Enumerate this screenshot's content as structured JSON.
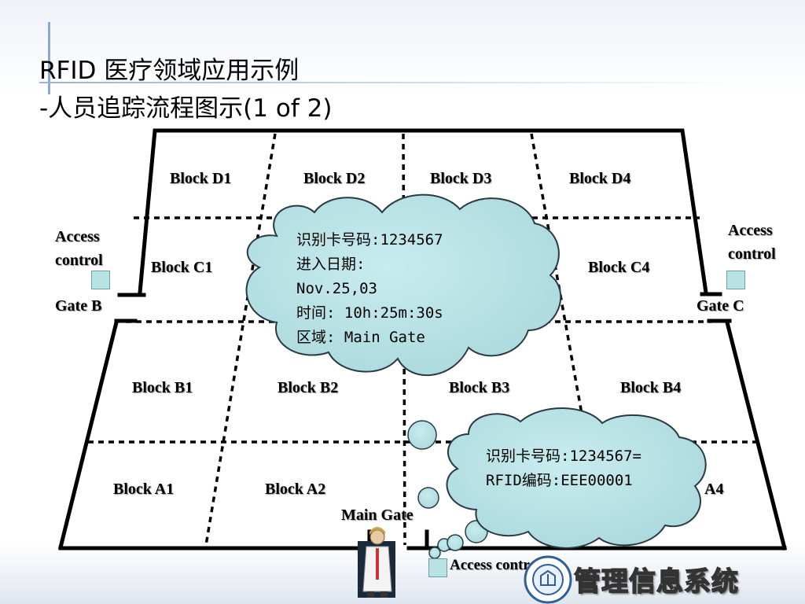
{
  "slide": {
    "title_line1": "RFID 医疗领域应用示例",
    "title_line2": "-人员追踪流程图示(1 of 2)"
  },
  "floor_plan": {
    "rows": {
      "D": [
        "Block D1",
        "Block D2",
        "Block D3",
        "Block D4"
      ],
      "C_left": "Block C1",
      "C_right": "Block C4",
      "B": [
        "Block B1",
        "Block B2",
        "Block B3",
        "Block B4"
      ],
      "A_left": [
        "Block A1",
        "Block A2"
      ],
      "A_right_partial": "A4"
    },
    "gates": {
      "left": {
        "access_line1": "Access",
        "access_line2": "control",
        "gate": "Gate B"
      },
      "right": {
        "access_line1": "Access",
        "access_line2": "control",
        "gate": "Gate C"
      },
      "main": {
        "gate": "Main Gate",
        "access": "Access control"
      }
    }
  },
  "bubbles": {
    "entry_record": {
      "line1": "识别卡号码:1234567",
      "line2": "进入日期:",
      "line3": "Nov.25,03",
      "line4": "时间: 10h:25m:30s",
      "line5": "区域: Main Gate"
    },
    "id_mapping": {
      "line1": "识别卡号码:1234567=",
      "line2": "RFID编码:EEE00001"
    }
  },
  "footer": {
    "brand_text": "管理信息系统",
    "logo_icon": "university-seal-icon",
    "person_icon": "doctor-figure-icon"
  },
  "colors": {
    "bubble_fill": "#b9e1e4",
    "reader_fill": "#b9e2e3",
    "accent_blue": "#5b7fb0"
  }
}
